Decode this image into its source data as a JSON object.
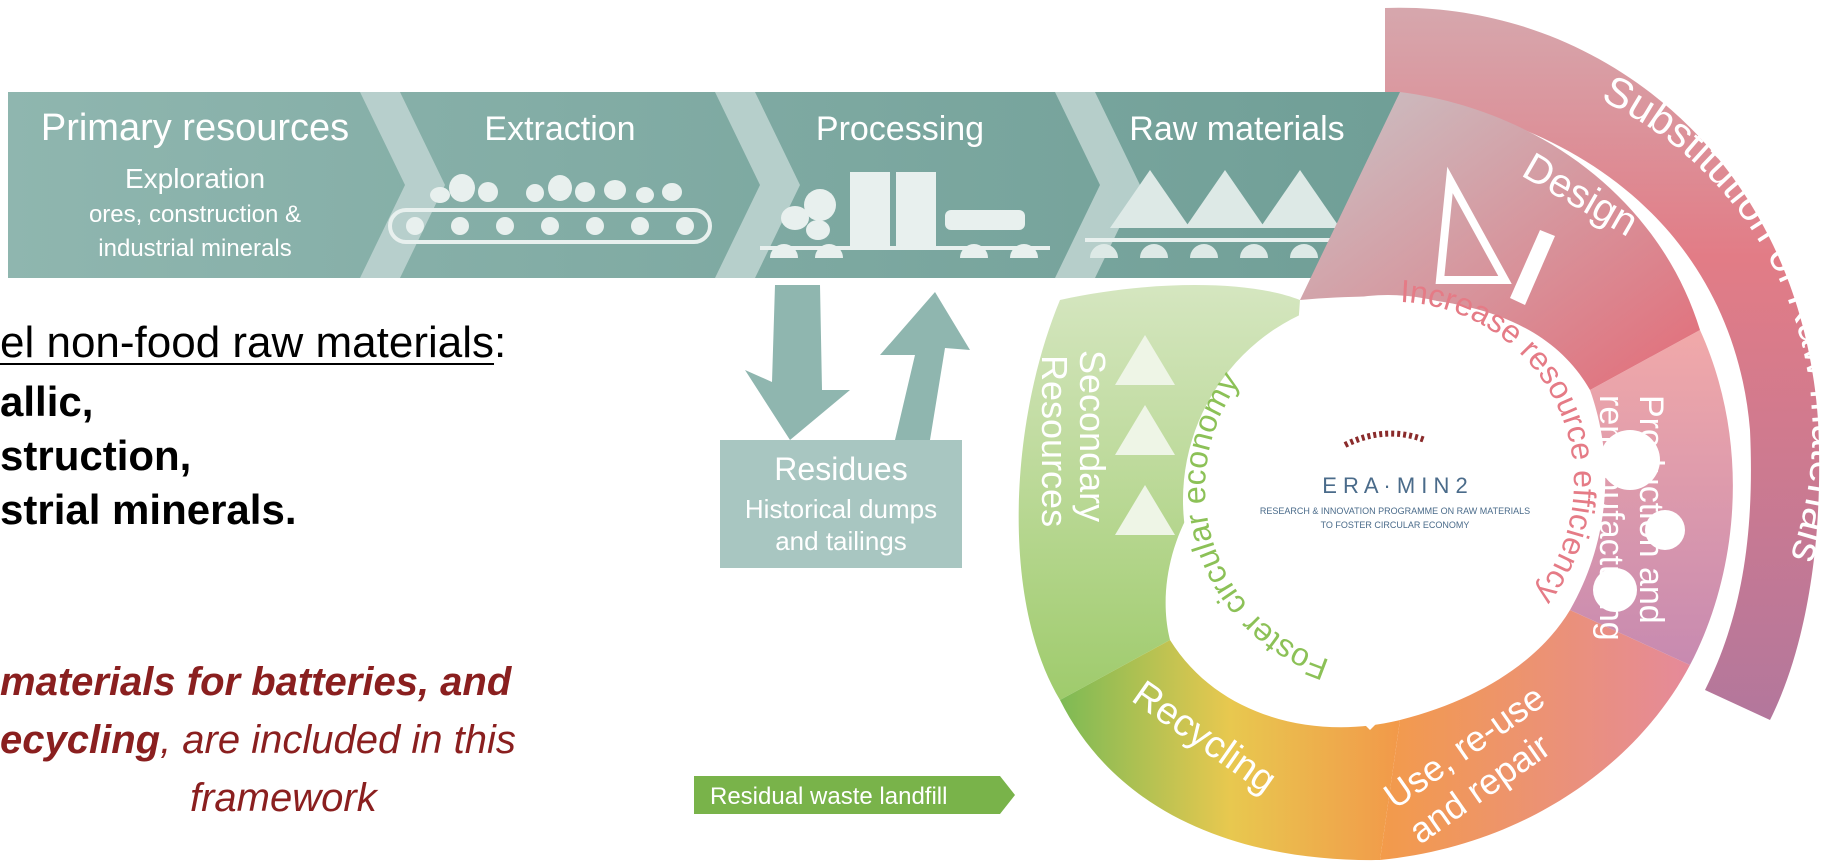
{
  "intro": {
    "heading_underlined": "el non-food raw materials",
    "heading_colon": ":",
    "list": [
      "allic,",
      "struction,",
      "strial minerals."
    ],
    "note_part1_bold": "materials for batteries, and",
    "note_part2_bold": "ecycling",
    "note_part2_rest": ", are included in this",
    "note_part3": "framework"
  },
  "chain": {
    "stages": [
      {
        "title": "Primary resources",
        "lines": [
          "Exploration",
          "ores, construction &",
          "industrial minerals"
        ]
      },
      {
        "title": "Extraction",
        "lines": []
      },
      {
        "title": "Processing",
        "lines": []
      },
      {
        "title": "Raw materials",
        "lines": []
      }
    ]
  },
  "residues": {
    "title": "Residues",
    "lines": [
      "Historical dumps",
      "and tailings"
    ]
  },
  "landfill": {
    "label": "Residual waste landfill"
  },
  "cycle": {
    "outer_label": "Substitution of Raw materials",
    "segments": {
      "design": "Design",
      "production": [
        "Production and",
        "remanufacturing"
      ],
      "use": [
        "Use, re-use",
        "and repair"
      ],
      "recycling": "Recycling",
      "secondary": [
        "Secondary",
        "Resources"
      ]
    },
    "inner_arc_top": "Increase resource efficiency",
    "inner_arc_left": "Foster circular economy"
  },
  "logo": {
    "name": "E R A · M I N 2",
    "tagline_1": "RESEARCH & INNOVATION PROGRAMME ON RAW MATERIALS",
    "tagline_2": "TO FOSTER CIRCULAR ECONOMY"
  },
  "colors": {
    "chain_dark": "#6f9e96",
    "chain_light": "#c3d7d3",
    "pink": "#e2737b",
    "mauve": "#b97a9e",
    "orange": "#f2994a",
    "yellow": "#f3cc4f",
    "green": "#8cc157",
    "light_green": "#c7dfa6",
    "note_red": "#8a1f1f"
  }
}
